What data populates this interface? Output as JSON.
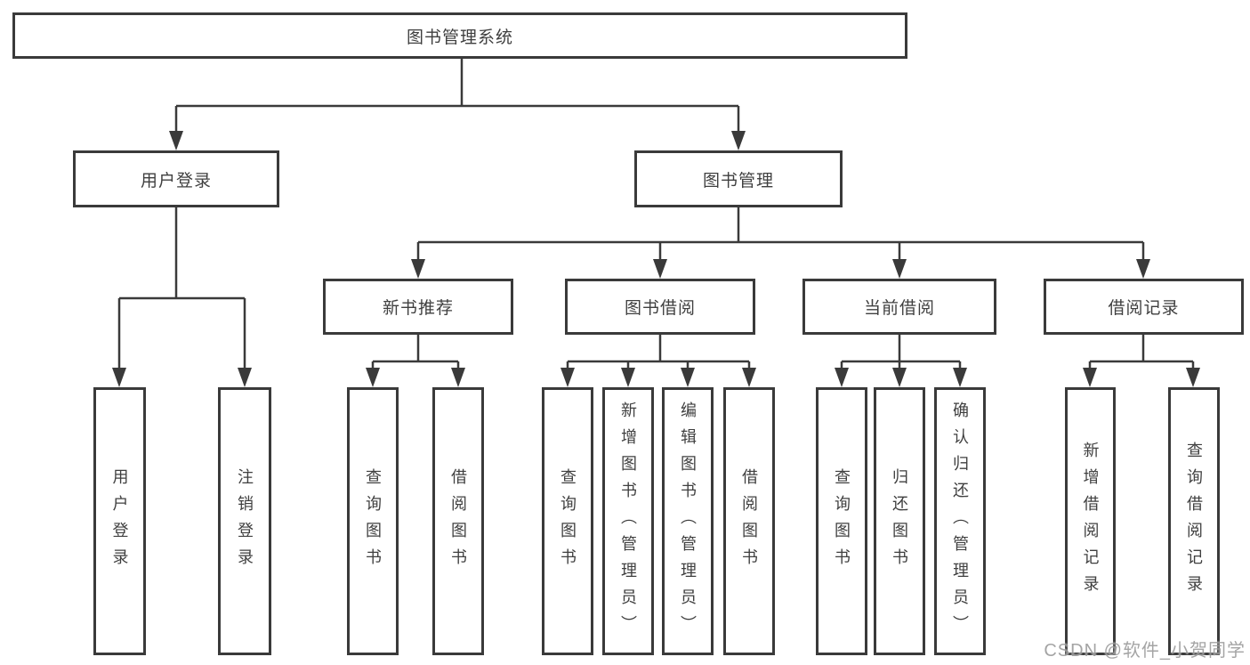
{
  "root": {
    "label": "图书管理系统"
  },
  "level2": [
    {
      "label": "用户登录"
    },
    {
      "label": "图书管理"
    }
  ],
  "level3": [
    {
      "label": "新书推荐"
    },
    {
      "label": "图书借阅"
    },
    {
      "label": "当前借阅"
    },
    {
      "label": "借阅记录"
    }
  ],
  "leaves": {
    "user_login": [
      "用户登录",
      "注销登录"
    ],
    "new_book_rec": [
      "查询图书",
      "借阅图书"
    ],
    "book_borrow": [
      "查询图书",
      "新增图书（管理员）",
      "编辑图书（管理员）",
      "借阅图书"
    ],
    "current_borrow": [
      "查询图书",
      "归还图书",
      "确认归还（管理员）"
    ],
    "borrow_records": [
      "新增借阅记录",
      "查询借阅记录"
    ]
  },
  "watermark": "CSDN @软件_小贺同学",
  "colors": {
    "line": "#3a3a3a",
    "box_border": "#3a3a3a",
    "box_fill": "#ffffff",
    "text": "#3f3f3f",
    "watermark": "#9b9b9b",
    "background": "#ffffff"
  }
}
